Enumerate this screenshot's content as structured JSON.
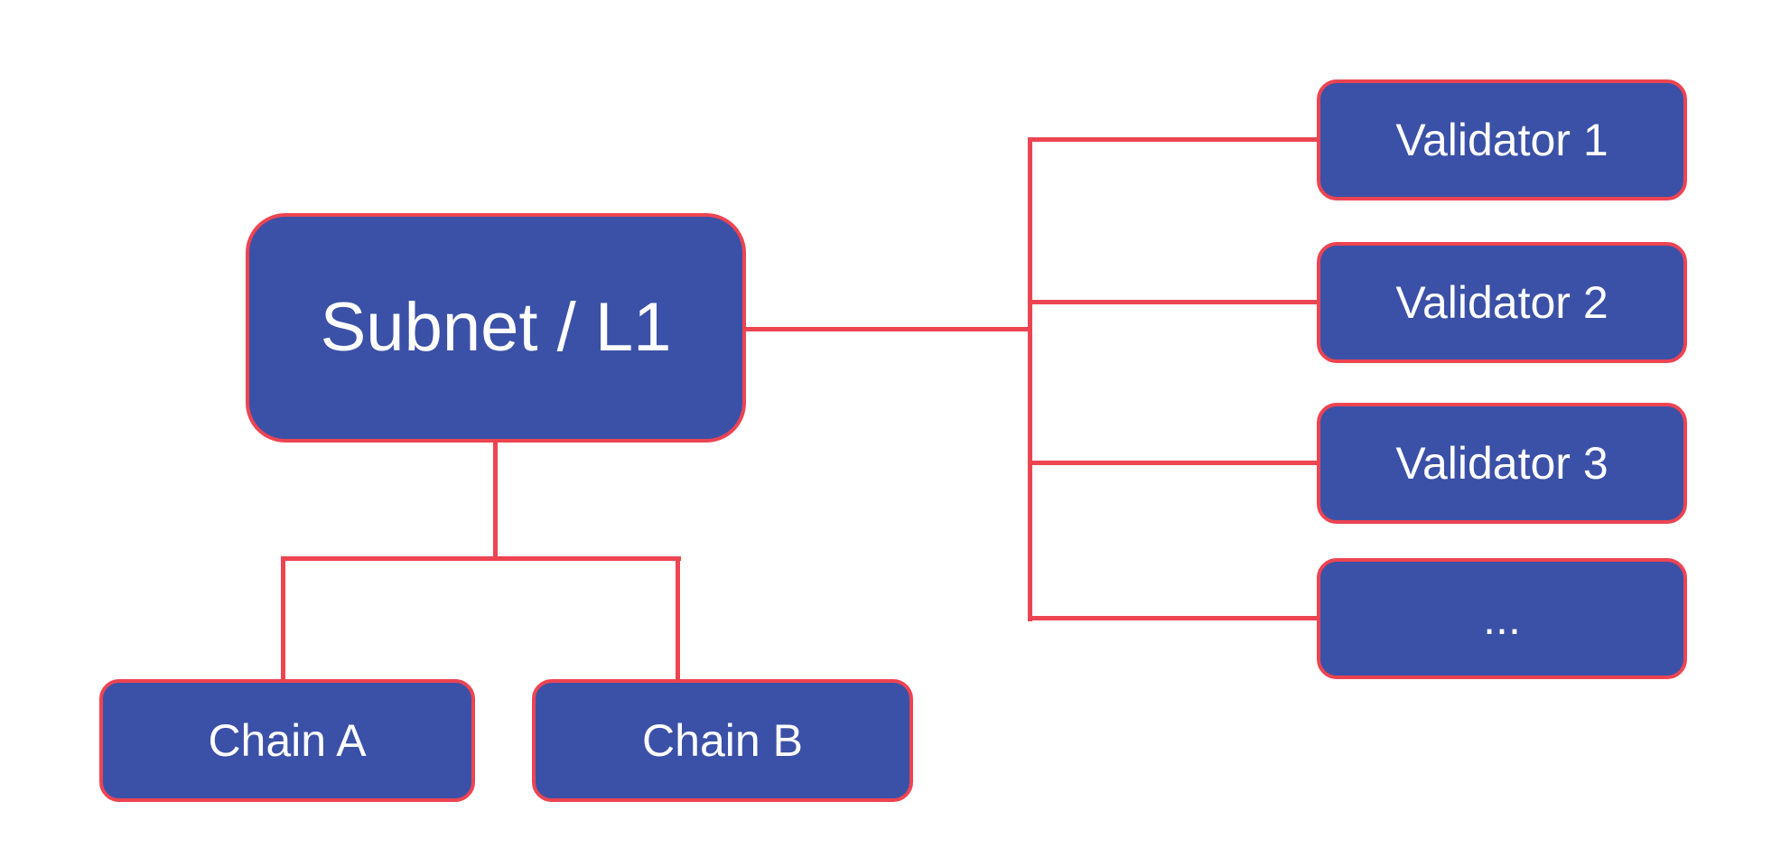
{
  "diagram": {
    "root_node": {
      "label": "Subnet / L1"
    },
    "chain_nodes": [
      {
        "label": "Chain A"
      },
      {
        "label": "Chain B"
      }
    ],
    "validator_nodes": [
      {
        "label": "Validator 1"
      },
      {
        "label": "Validator 2"
      },
      {
        "label": "Validator 3"
      },
      {
        "label": "..."
      }
    ]
  },
  "colors": {
    "node_fill": "#3B51A7",
    "connector": "#ED4452",
    "label_text": "#FFFFFF",
    "background": "#FFFFFF"
  }
}
